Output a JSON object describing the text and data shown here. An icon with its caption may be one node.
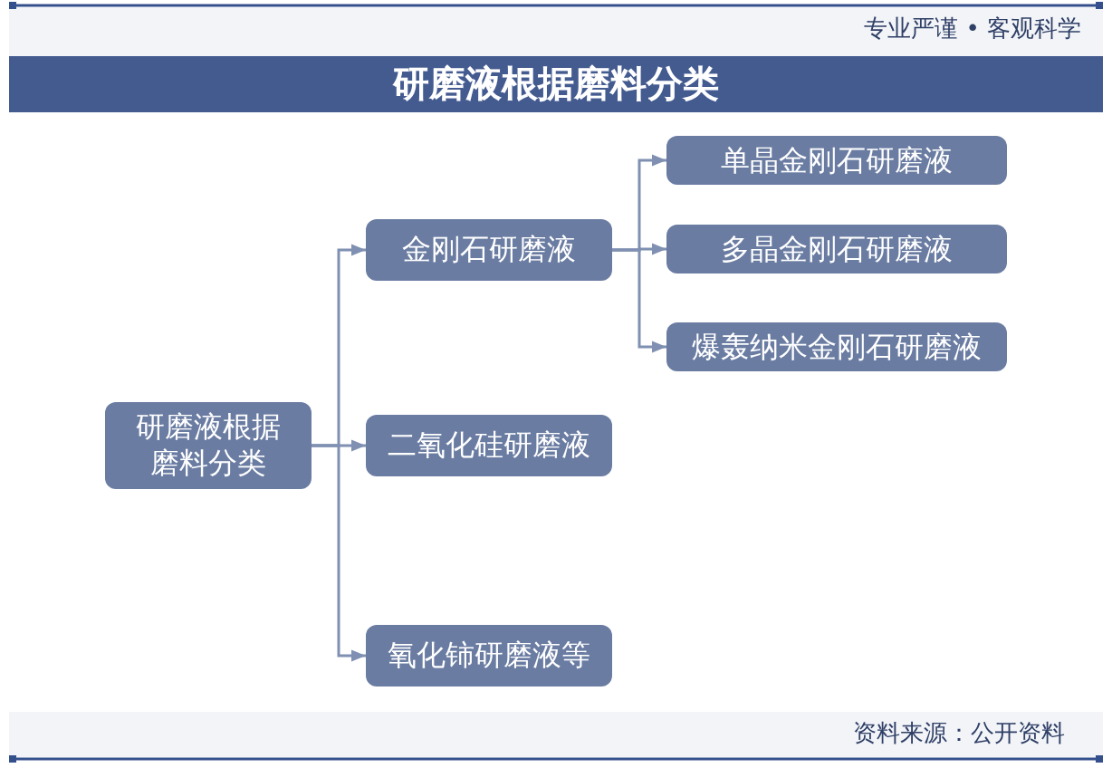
{
  "diagram": {
    "title": "研磨液根据磨料分类",
    "nodes": [
      {
        "text": [
          "研磨液根据磨料分类"
        ]
      },
      {
        "text": [
          "金刚石研磨液"
        ]
      },
      {
        "text": [
          "二氧化硅研磨液"
        ]
      },
      {
        "text": [
          "氧化铈研磨液等"
        ]
      },
      {
        "text": [
          "单晶金刚石研磨液"
        ]
      },
      {
        "text": [
          "多晶金刚石研磨液"
        ]
      },
      {
        "text": [
          "爆轰纳米金刚石研磨液"
        ]
      }
    ],
    "edges": [
      {
        "from": 0,
        "to": 1,
        "arrow": "to"
      },
      {
        "from": 0,
        "to": 2,
        "arrow": "to"
      },
      {
        "from": 0,
        "to": 3,
        "arrow": "to"
      },
      {
        "from": 1,
        "to": 4,
        "arrow": "to"
      },
      {
        "from": 1,
        "to": 5,
        "arrow": "to"
      },
      {
        "from": 1,
        "to": 6,
        "arrow": "to"
      }
    ],
    "labels": [
      "专业严谨 • 客观科学",
      "资料来源：公开资料"
    ]
  }
}
